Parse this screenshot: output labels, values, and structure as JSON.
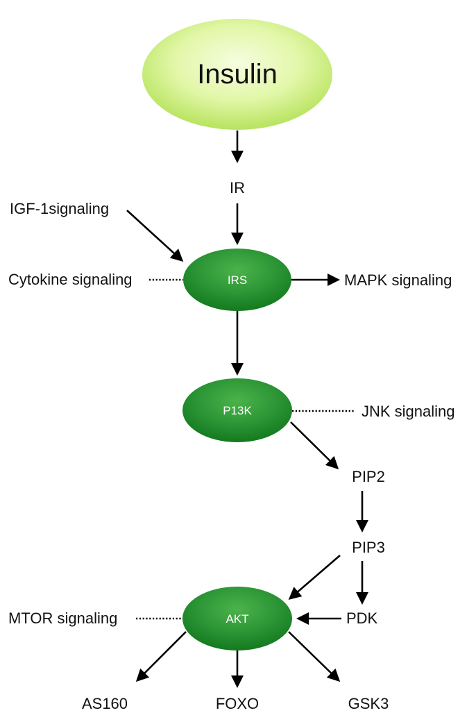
{
  "diagram": {
    "nodes": {
      "insulin": "Insulin",
      "irs": "IRS",
      "p13k": "P13K",
      "akt": "AKT"
    },
    "labels": {
      "ir": "IR",
      "igf1": "IGF-1signaling",
      "cytokine": "Cytokine signaling",
      "mapk": "MAPK signaling",
      "jnk": "JNK signaling",
      "pip2": "PIP2",
      "pip3": "PIP3",
      "pdk": "PDK",
      "mtor": "MTOR signaling",
      "as160": "AS160",
      "foxo": "FOXO",
      "gsk3": "GSK3"
    },
    "colors": {
      "insulin_fill_center": "#f6fde0",
      "insulin_fill_edge": "#bfe86a",
      "node_fill_center": "#45ad45",
      "node_fill_edge": "#137a1e",
      "line": "#000000"
    }
  }
}
